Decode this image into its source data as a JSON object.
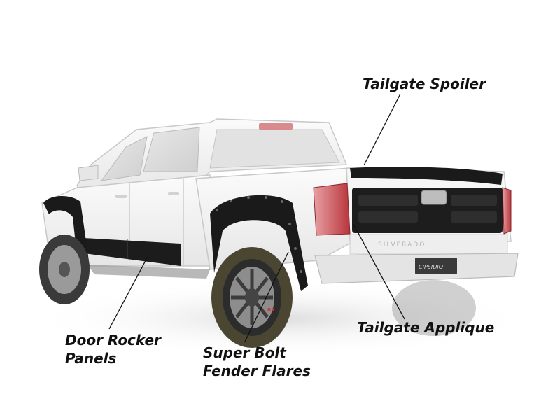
{
  "callouts": {
    "tailgate_spoiler": "Tailgate Spoiler",
    "tailgate_applique": "Tailgate Applique",
    "door_rocker_line1": "Door Rocker",
    "door_rocker_line2": "Panels",
    "fender_flares_line1": "Super Bolt",
    "fender_flares_line2": "Fender Flares"
  },
  "badges": {
    "tailgate_model": "SILVERADO",
    "plate": "CIPSIDIO",
    "wheel_logo": "BX"
  },
  "colors": {
    "truck_body": "#f4f4f4",
    "accessory_black": "#1a1a1a",
    "tail_light": "#c23a40",
    "leader_line": "#111111"
  }
}
